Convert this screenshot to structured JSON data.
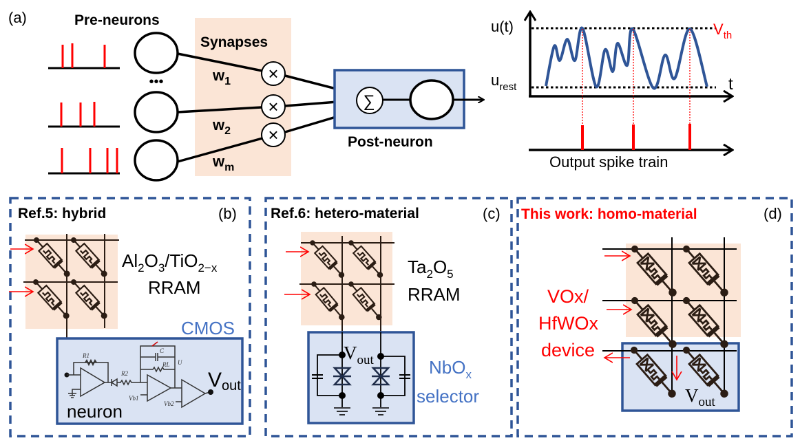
{
  "colors": {
    "panel_border": "#2f5597",
    "neuron_box_fill": "#dae3f3",
    "synapse_fill": "#fbe5d6",
    "spike_red": "#ff0000",
    "membrane_curve": "#2f5597",
    "label_blue": "#4472c4"
  },
  "panel_a": {
    "label": "(a)",
    "pre_neurons": "Pre-neurons",
    "synapses": "Synapses",
    "ellipsis": "•••",
    "weights": [
      {
        "w": "w",
        "sub": "1"
      },
      {
        "w": "w",
        "sub": "2"
      },
      {
        "w": "w",
        "sub": "m"
      }
    ],
    "multiply_symbol": "×",
    "sum_symbol": "∑",
    "post_neuron": "Post-neuron",
    "plot": {
      "y_label": "u(t)",
      "threshold": {
        "main": "V",
        "sub": "th"
      },
      "rest": {
        "main": "u",
        "sub": "rest"
      },
      "x_label": "t",
      "output_label": "Output spike train"
    }
  },
  "panel_b": {
    "title": "Ref.5: hybrid",
    "label": "(b)",
    "material": {
      "p1": "Al",
      "s1": "2",
      "p2": "O",
      "s2": "3",
      "p3": "/TiO",
      "s3": "2−x"
    },
    "rram": "RRAM",
    "cmos": "CMOS",
    "neuron": "neuron",
    "vout": {
      "main": "V",
      "sub": "out"
    },
    "circuit_labels": {
      "r1": "R1",
      "r2": "R2",
      "c": "C",
      "rl": "RL",
      "u": "U",
      "vb1": "Vb1",
      "vb2": "Vb2"
    }
  },
  "panel_c": {
    "title": "Ref.6: hetero-material",
    "label": "(c)",
    "material": {
      "p1": "Ta",
      "s1": "2",
      "p2": "O",
      "s2": "5"
    },
    "rram": "RRAM",
    "vout": {
      "main": "V",
      "sub": "out"
    },
    "selector": {
      "main": "NbO",
      "sub": "x",
      "line2": "selector"
    }
  },
  "panel_d": {
    "title": "This work: homo-material",
    "label": "(d)",
    "device_label": [
      "VOx/",
      "HfWOx",
      "device"
    ],
    "vout": {
      "main": "V",
      "sub": "out"
    }
  }
}
